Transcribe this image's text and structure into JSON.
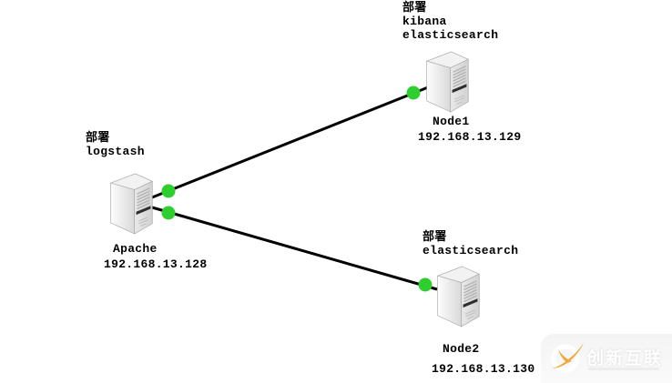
{
  "diagram": {
    "nodes": {
      "node1": {
        "deploy": [
          "部署",
          "kibana",
          "elasticsearch"
        ],
        "name": "Node1",
        "ip": "192.168.13.129"
      },
      "apache": {
        "deploy": [
          "部署",
          "logstash"
        ],
        "name": "Apache",
        "ip": "192.168.13.128"
      },
      "node2": {
        "deploy": [
          "部署",
          "elasticsearch"
        ],
        "name": "Node2",
        "ip": "192.168.13.130"
      }
    },
    "edges": [
      {
        "from": "Apache",
        "to": "Node1"
      },
      {
        "from": "Apache",
        "to": "Node2"
      }
    ],
    "colors": {
      "wire": "#000000",
      "connector_dot": "#2fce2f",
      "server_body": "#e9e9e9"
    }
  },
  "watermark": {
    "brand": "创新互联"
  }
}
